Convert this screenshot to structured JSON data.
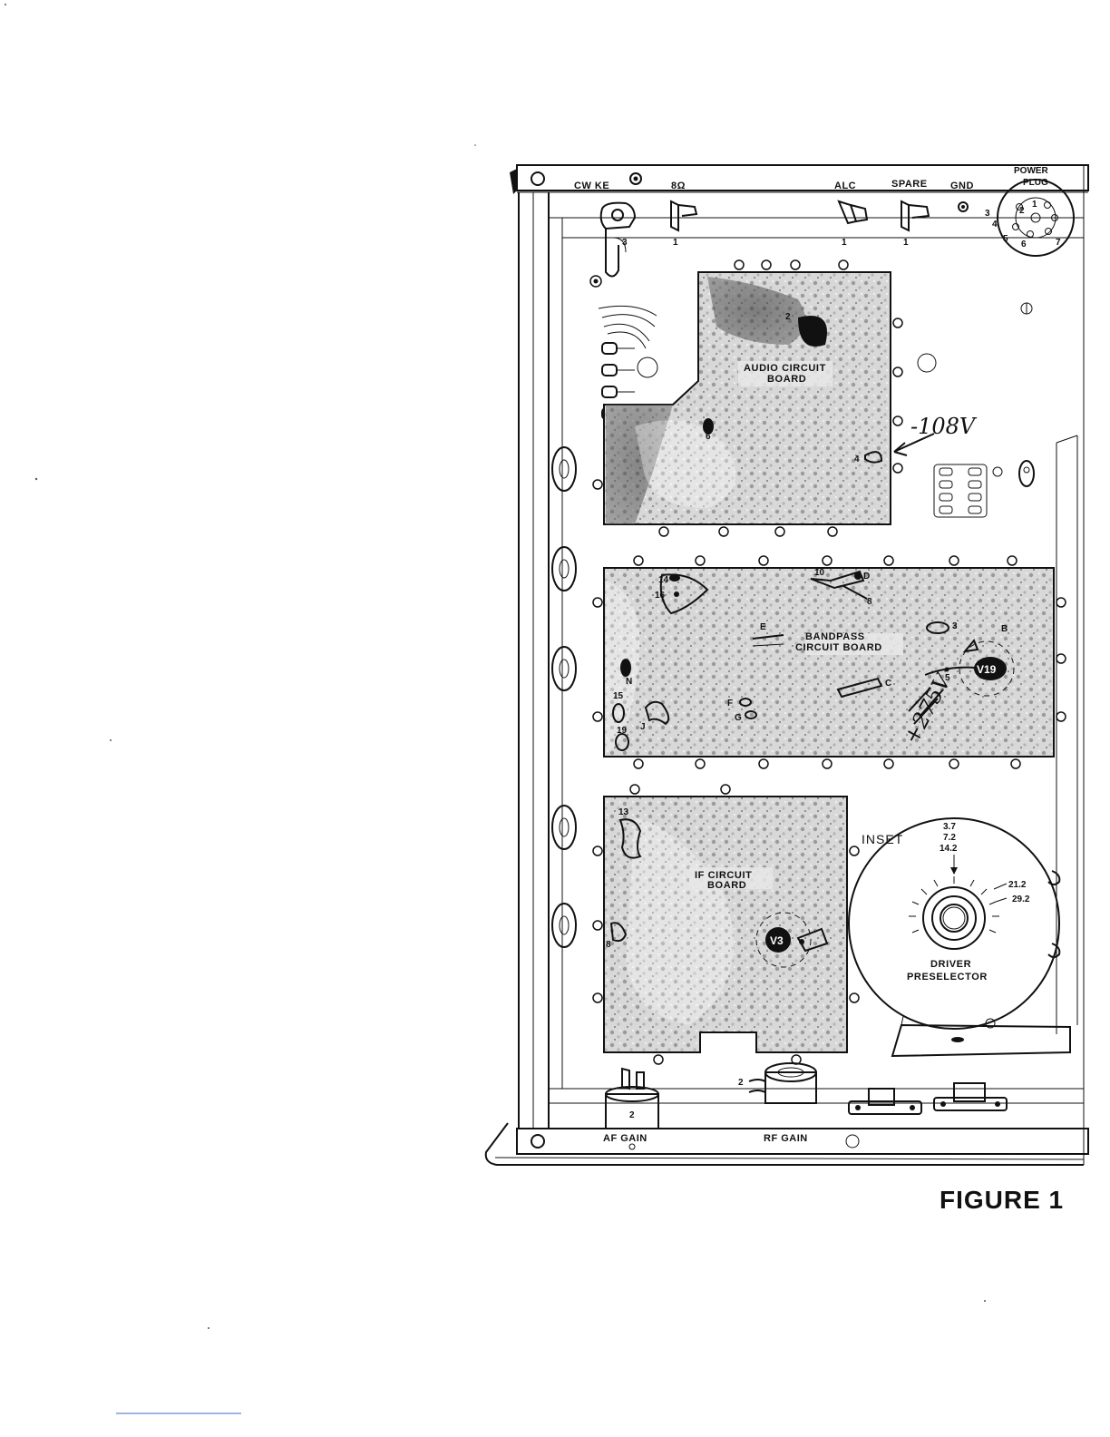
{
  "panel": {
    "top_labels": {
      "cw_key": "CW KE",
      "eight_ohm": "8Ω",
      "alc": "ALC",
      "spare": "SPARE",
      "gnd": "GND",
      "power_plug_line1": "POWER",
      "power_plug_line2": "PLUG"
    },
    "jack_pin_numbers": [
      "3",
      "1",
      "1",
      "1"
    ],
    "power_plug_pins": [
      "1",
      "2",
      "3",
      "4",
      "5",
      "6",
      "7"
    ],
    "bottom_labels": {
      "af_gain": "AF GAIN",
      "rf_gain": "RF GAIN"
    },
    "af_gain_pin": "2",
    "rf_gain_pin": "2"
  },
  "audio_board": {
    "label_line1": "AUDIO CIRCUIT",
    "label_line2": "BOARD",
    "points": [
      "2",
      "6",
      "4"
    ],
    "annotation": "-108V"
  },
  "bandpass_board": {
    "label_line1": "BANDPASS",
    "label_line2": "CIRCUIT BOARD",
    "points": [
      "14",
      "16",
      "10",
      "D",
      "8",
      "E",
      "3",
      "B",
      "N",
      "5",
      "C",
      "15",
      "J",
      "F",
      "G",
      "19"
    ],
    "tube": "V19",
    "annotation": "+275V"
  },
  "if_board": {
    "label_line1": "IF CIRCUIT",
    "label_line2": "BOARD",
    "points": [
      "13",
      "8"
    ],
    "tube": "V3"
  },
  "inset": {
    "title": "INSET",
    "markings_top": [
      "3.7",
      "7.2",
      "14.2"
    ],
    "markings_right": [
      "21.2",
      "29.2"
    ],
    "label_line1": "DRIVER",
    "label_line2": "PRESELECTOR"
  },
  "figure_caption": "FIGURE 1"
}
